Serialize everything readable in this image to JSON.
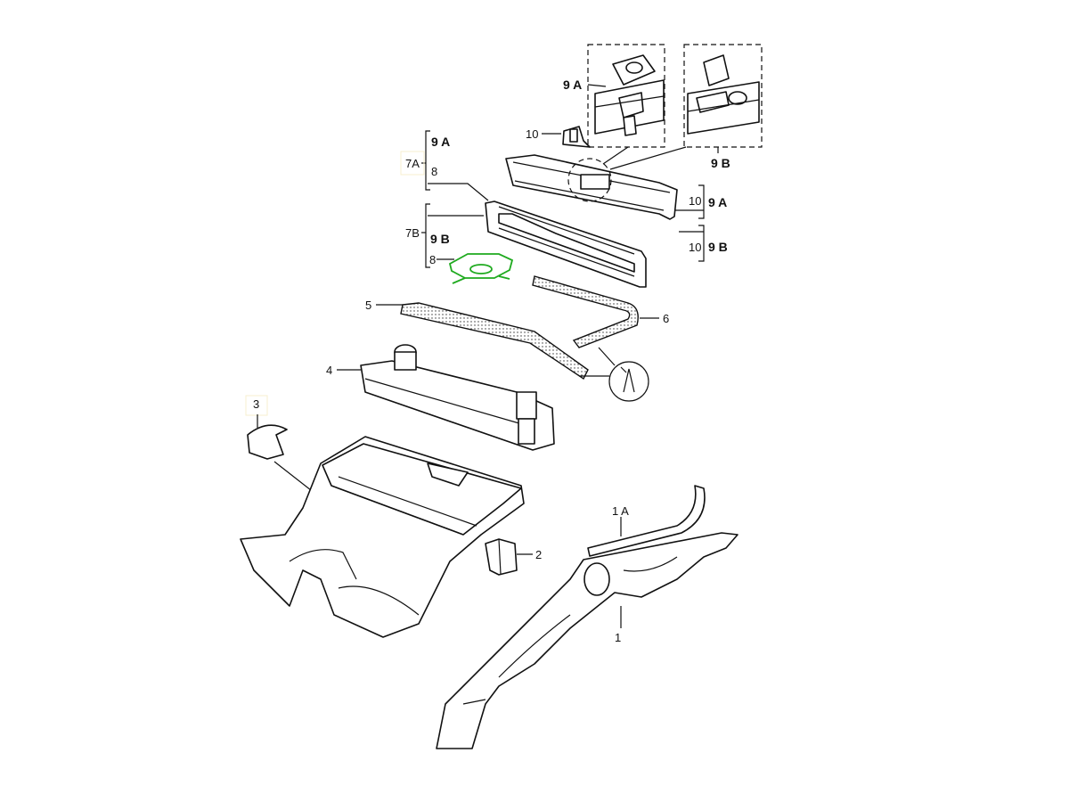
{
  "labels": {
    "inset_a": "9 A",
    "inset_b": "9 B",
    "part_10": "10",
    "group_7a": "7A",
    "group_7a_9a": "9 A",
    "group_7a_8": "8",
    "group_7b": "7B",
    "group_7b_9b": "9 B",
    "group_7b_8": "8",
    "right_10a": "10",
    "right_9a": "9 A",
    "right_10b": "10",
    "right_9b": "9 B",
    "part_5": "5",
    "part_6": "6",
    "part_4": "4",
    "part_3": "3",
    "part_2": "2",
    "part_1a": "1 A",
    "part_1": "1"
  },
  "colors": {
    "highlight": "#1faa1f",
    "ink": "#111111"
  }
}
